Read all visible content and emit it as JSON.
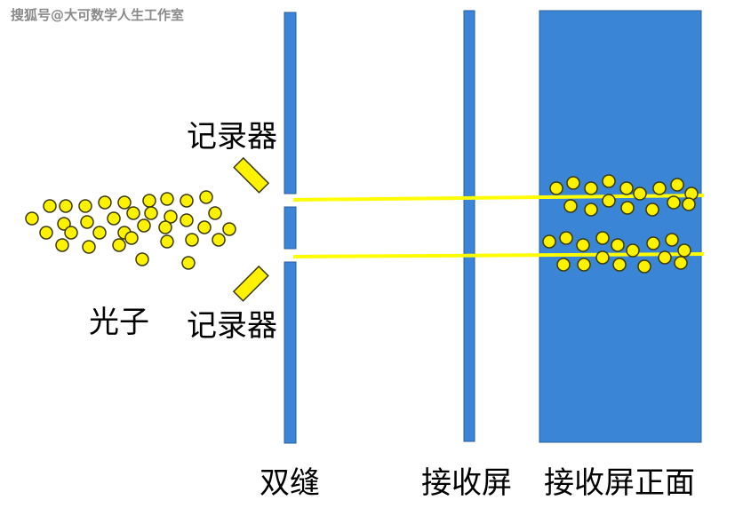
{
  "watermark": "搜狐号@大可数学人生工作室",
  "labels": {
    "detector_top": "记录器",
    "detector_bottom": "记录器",
    "photons": "光子",
    "double_slit": "双缝",
    "screen": "接收屏",
    "screen_front": "接收屏正面"
  },
  "colors": {
    "barrier": "#3a85d6",
    "barrier_edge": "#2a5f9e",
    "photon_fill": "#fff200",
    "photon_edge": "#3a3a00",
    "beam": "#ffff00",
    "detector_fill": "#fff200",
    "screen_front_fill": "#3a85d6"
  }
}
